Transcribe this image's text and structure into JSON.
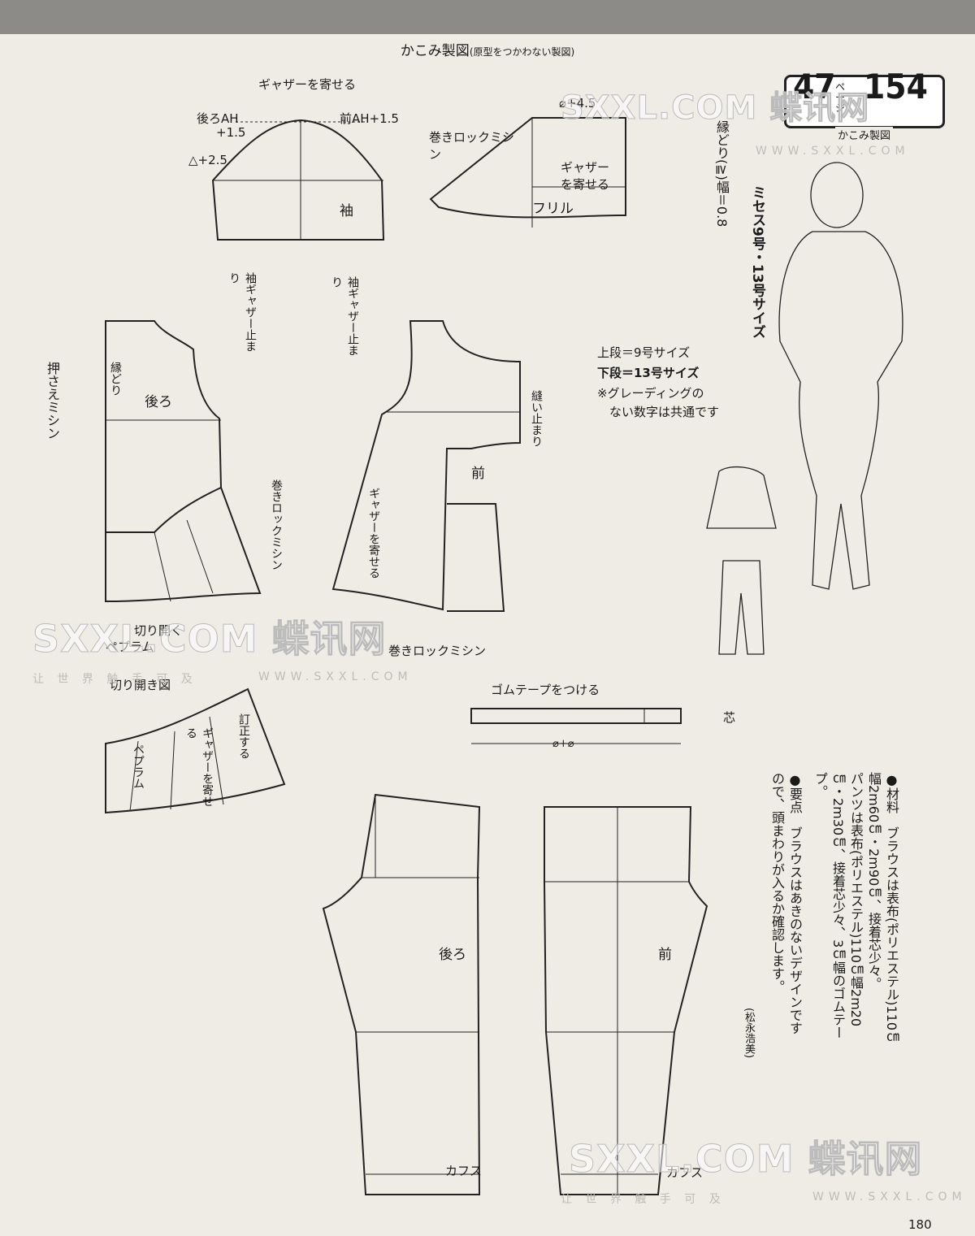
{
  "header": {
    "title": "かこみ製図",
    "subtitle": "(原型をつかわない製図)"
  },
  "badge": {
    "left_num": "47",
    "page_kana": "ペ ー ジ",
    "right_num": "154",
    "caption": "かこみ製図"
  },
  "sizes": {
    "vertical": "ミセス9号・13号サイズ",
    "upper": "上段＝9号サイズ",
    "lower": "下段＝13号サイズ",
    "grading_1": "※グレーディングの",
    "grading_2": "ない数字は共通です"
  },
  "sleeve": {
    "gather": "ギャザーを寄せる",
    "back_ah": "後ろAH",
    "back_ah_plus": "+1.5",
    "front_ah": "前AH+1.5",
    "label": "袖",
    "tri": "△+2.5"
  },
  "frill": {
    "serger": "巻きロックミシン",
    "gather": "ギャザーを寄せる",
    "label": "フリル",
    "hem_binding": "縁どり(≧)幅＝0.8",
    "top": "⌀+4.5"
  },
  "back": {
    "label": "後ろ",
    "binding": "縁どり",
    "press": "押さえミシン",
    "sleeve_gather": "袖ギャザー止まり",
    "serger": "巻きロックミシン",
    "cut_open": "切り開く",
    "peplum": "ペプラム"
  },
  "front": {
    "label": "前",
    "sleeve_gather": "袖ギャザー止まり",
    "stitch_stop": "縫い止まり",
    "gather": "ギャザーを寄せる",
    "serger": "巻きロックミシン"
  },
  "cut_diagram": {
    "title": "切り開き図",
    "peplum": "ペプラム",
    "gather": "ギャザーを寄せる",
    "correct": "訂正する"
  },
  "waistband": {
    "label": "ゴムテープをつける",
    "interfacing": "芯",
    "formula": "⌀+⌀"
  },
  "pants": {
    "back": "後ろ",
    "front": "前",
    "cuffs": "カフス"
  },
  "materials": {
    "line1": "●材料　ブラウスは表布(ポリエステル)110㎝",
    "line2": "幅2m60㎝・2m90㎝、接着芯少々。",
    "line3": "パンツは表布(ポリエステル)110㎝幅2m20",
    "line4": "㎝・2m30㎝、接着芯少々、3㎝幅のゴムテー",
    "line5": "プ。",
    "line6": "●要点　ブラウスはあきのないデザインです",
    "line7": "ので、頭まわりが入るか確認します。",
    "credit": "(松永浩美)"
  },
  "watermark": {
    "brand": "SXXL.COM 蝶讯网",
    "url": "WWW.SXXL.COM",
    "slogan": "让 世 界 触 手 可 及"
  },
  "page_number": "180"
}
